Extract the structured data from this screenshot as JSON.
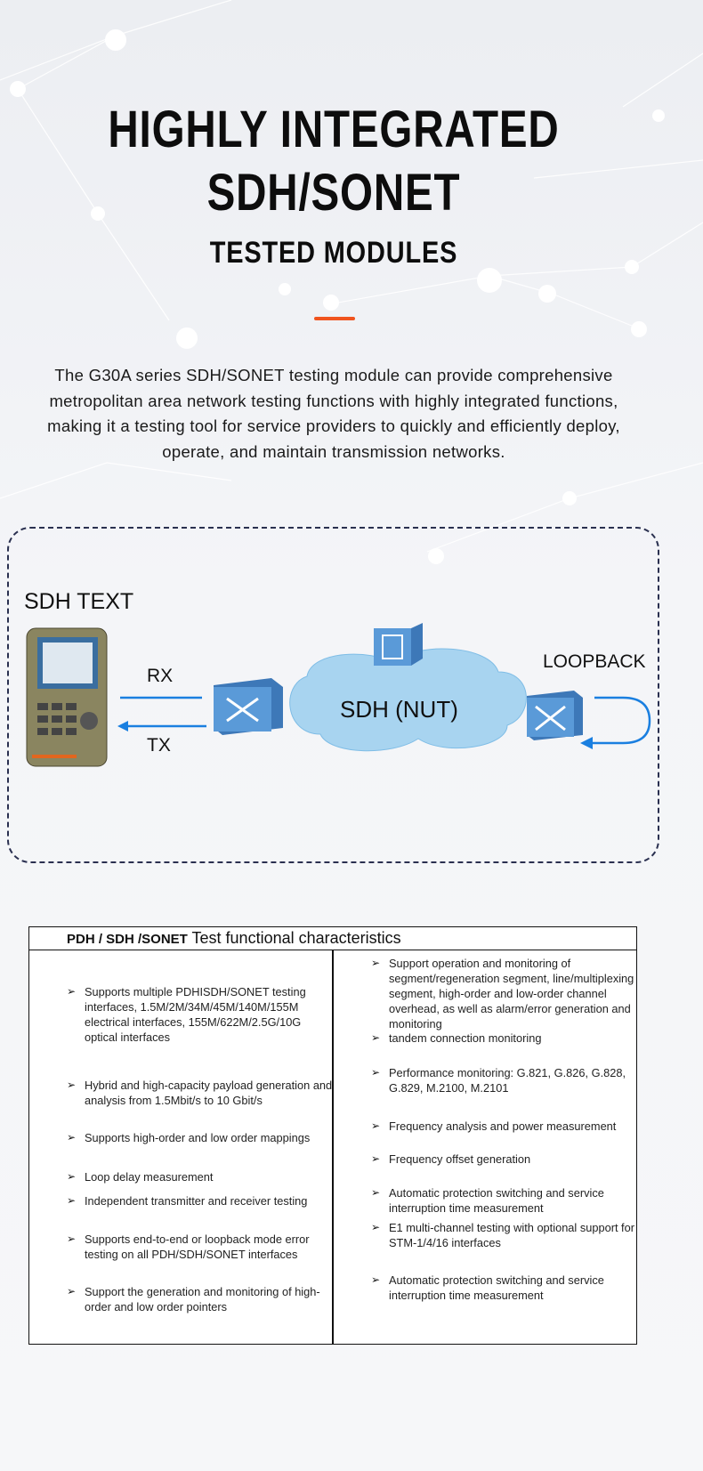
{
  "header": {
    "line1": "HIGHLY INTEGRATED",
    "line2": "SDH/SONET",
    "subtitle": "TESTED MODULES",
    "accent": "#f0541e"
  },
  "intro": "The G30A series SDH/SONET testing module can provide comprehensive metropolitan area network testing functions with highly integrated functions, making it a testing tool for service providers to quickly and efficiently deploy, operate, and maintain transmission networks.",
  "diagram": {
    "device_label": "SDH TEXT",
    "rx": "RX",
    "tx": "TX",
    "cloud": "SDH (NUT)",
    "loopback": "LOOPBACK",
    "arrow_color": "#1a7fe0"
  },
  "table": {
    "title_bold": "PDH / SDH /SONET",
    "title_rest": " Test functional characteristics",
    "left": [
      "Supports multiple PDHISDH/SONET testing interfaces, 1.5M/2M/34M/45M/140M/155M electrical interfaces, 155M/622M/2.5G/10G optical interfaces",
      "Hybrid and high-capacity payload generation and analysis from 1.5Mbit/s to 10 Gbit/s",
      "Supports high-order and low order mappings",
      "Loop delay measurement",
      "Independent transmitter and receiver testing",
      "Supports end-to-end or loopback mode error testing on all PDH/SDH/SONET interfaces",
      "Support the generation and monitoring of high-order and low order pointers"
    ],
    "right": [
      "Support operation and monitoring of segment/regeneration segment, line/multiplexing segment, high-order and low-order channel overhead, as well as alarm/error generation and monitoring",
      "tandem connection monitoring",
      "Performance monitoring: G.821, G.826, G.828, G.829, M.2100, M.2101",
      "Frequency analysis and power measurement",
      "Frequency offset generation",
      "Automatic protection switching and service interruption time measurement",
      "E1 multi-channel testing with optional support for STM-1/4/16 interfaces",
      "Automatic protection switching and service interruption time measurement"
    ]
  }
}
